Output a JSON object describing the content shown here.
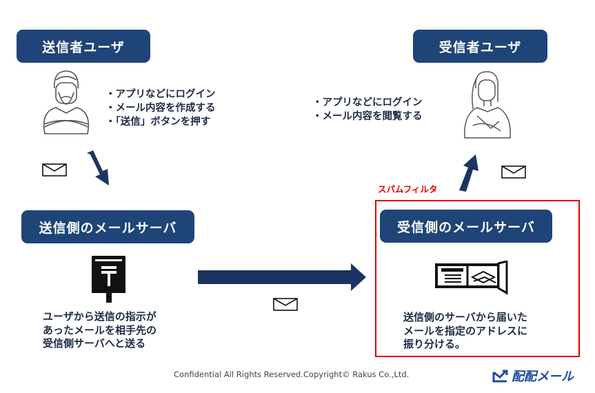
{
  "sender_user": {
    "title": "送信者ユーザ",
    "steps": [
      "・アプリなどにログイン",
      "・メール内容を作成する",
      "・「送信」ボタンを押す"
    ]
  },
  "receiver_user": {
    "title": "受信者ユーザ",
    "steps": [
      "・アプリなどにログイン",
      "・メール内容を閲覧する"
    ]
  },
  "sender_server": {
    "title": "送信側のメールサーバ",
    "description": [
      "ユーザから送信の指示が",
      "あったメールを相手先の",
      "受信側サーバへと送る"
    ]
  },
  "receiver_server": {
    "title": "受信側のメールサーバ",
    "description": [
      "送信側のサーバから届いた",
      "メールを指定のアドレスに",
      "振り分ける。"
    ]
  },
  "spam_filter_label": "スパムフィルタ",
  "footer": {
    "copyright": "Confidential All Rights Reserved.Copyright© Rakus Co.,Ltd.",
    "logo_text": "配配メール"
  },
  "colors": {
    "navy": "#1f4478",
    "arrow": "#1c3461",
    "red": "#e00000",
    "text": "#1e2a45"
  }
}
